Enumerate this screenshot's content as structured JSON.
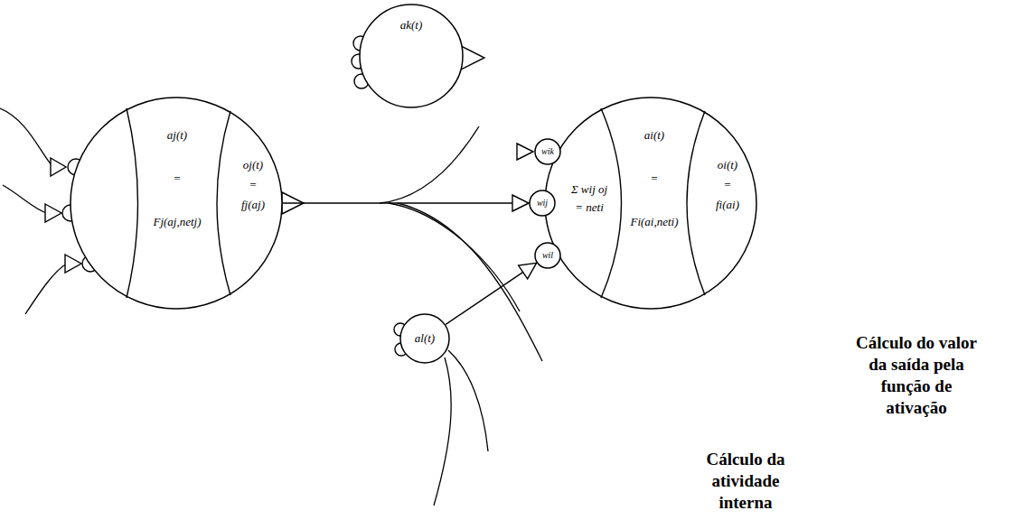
{
  "diagram": {
    "nodes": [
      {
        "text": [
          "ak(t)"
        ]
      },
      {
        "text": [
          "aj(t) = Fj(aj,netj)"
        ]
      },
      {
        "text": [
          "oj(t) = fj(aj)"
        ],
        "in": 1
      },
      {
        "text": [
          "ai(t) = Fi(ai,neti)"
        ]
      },
      {
        "text": [
          "Σ wij oj = neti"
        ],
        "in": 3
      },
      {
        "text": [
          "oi(t) = fi(ai)"
        ],
        "in": 3
      },
      {
        "text": [
          "wik"
        ]
      },
      {
        "text": [
          "wij"
        ]
      },
      {
        "text": [
          "wil"
        ]
      },
      {
        "text": [
          "al(t)"
        ]
      }
    ],
    "edges": [
      {
        "from": 1,
        "to": 7,
        "arrow": "to"
      },
      {
        "from": 9,
        "to": 8,
        "arrow": "to"
      }
    ],
    "labels": [
      "Cálculo do valor da saída pela função de ativação",
      "Cálculo da atividade interna"
    ]
  }
}
